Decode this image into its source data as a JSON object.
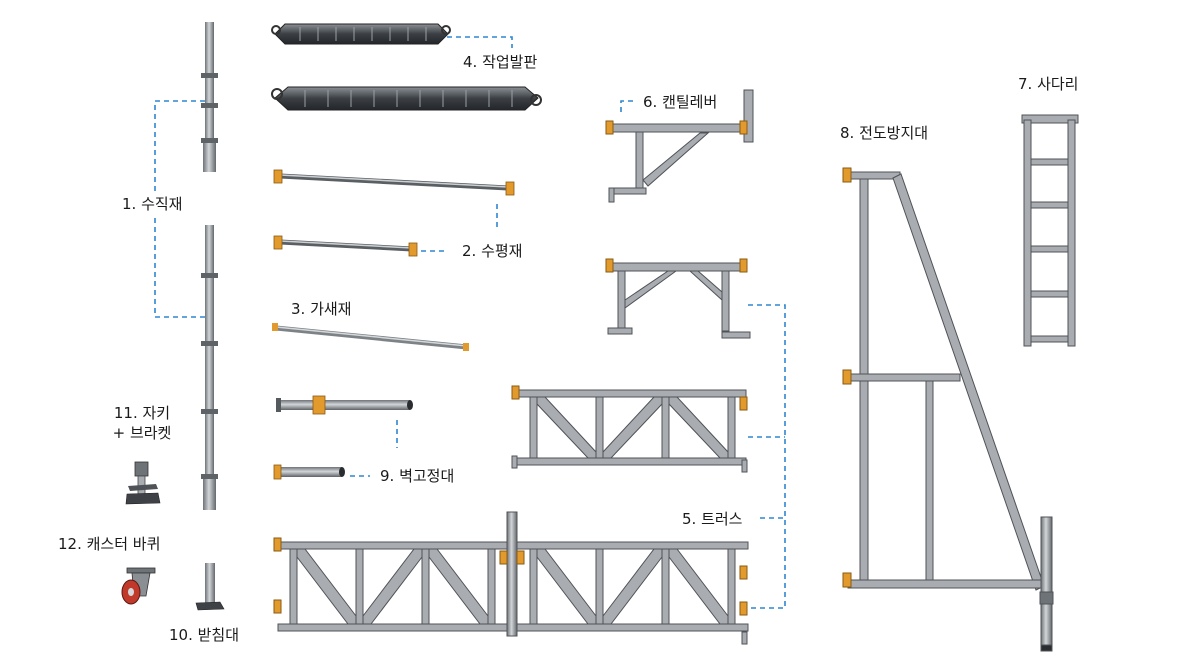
{
  "colors": {
    "steel": "#a9adb1",
    "steel_dark": "#55595d",
    "steel_light": "#d6d9dc",
    "clamp": "#e39a2c",
    "leader": "#2f86d0",
    "text": "#1a1a1a",
    "wheel": "#c0392b"
  },
  "labels": {
    "vertical": "1. 수직재",
    "horizontal": "2. 수평재",
    "diagonal": "3. 가새재",
    "plank": "4. 작업발판",
    "truss": "5. 트러스",
    "cantilever": "6. 캔틸레버",
    "ladder": "7. 사다리",
    "outrigger": "8. 전도방지대",
    "wall_tie": "9. 벽고정대",
    "base_plate": "10. 받침대",
    "jack_line1": "11. 자키",
    "jack_line2": "+ 브라켓",
    "caster": "12. 캐스터 바퀴"
  },
  "icons": {
    "vertical": "vertical-post-icon",
    "plank": "work-plank-icon",
    "horizontal": "ledger-icon",
    "diagonal": "diagonal-brace-icon",
    "wall_tie": "wall-tie-icon",
    "cantilever": "cantilever-bracket-icon",
    "truss": "truss-icon",
    "outrigger": "outrigger-icon",
    "ladder": "ladder-icon",
    "jack": "screw-jack-icon",
    "caster": "caster-wheel-icon",
    "base_plate": "base-plate-icon"
  }
}
